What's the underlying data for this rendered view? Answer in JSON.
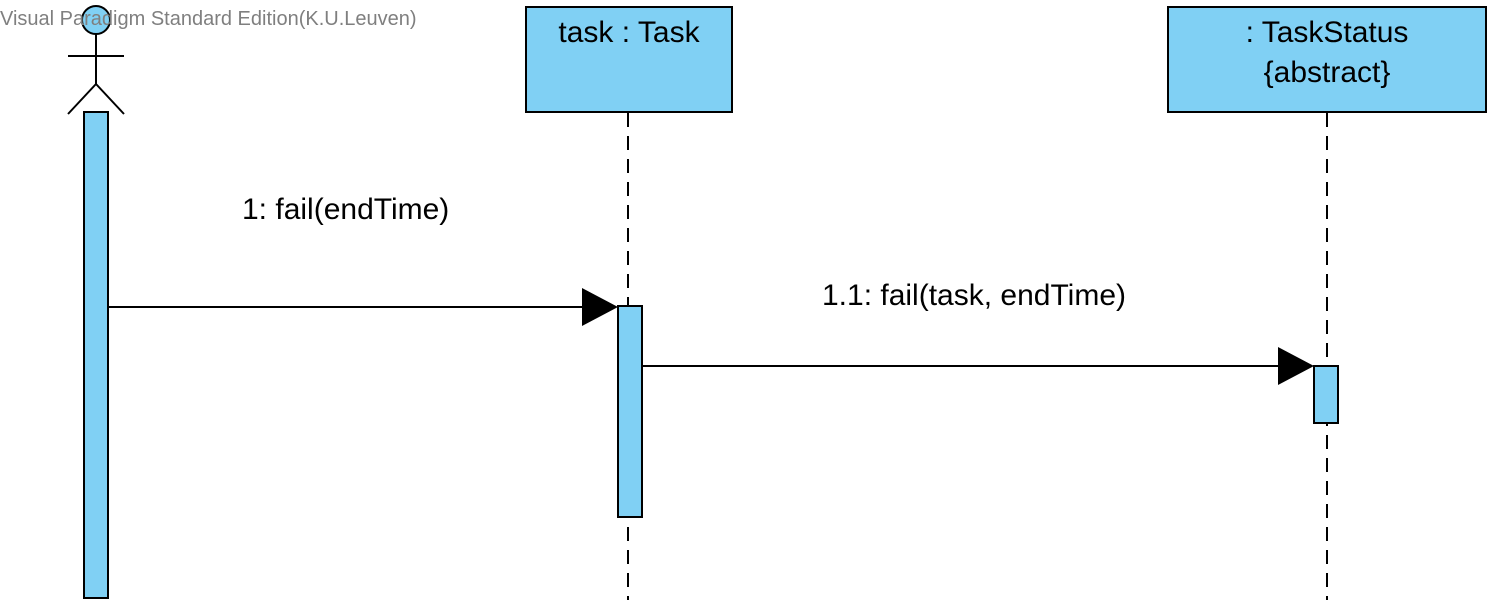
{
  "watermark": "Visual Paradigm Standard Edition(K.U.Leuven)",
  "lifelines": {
    "task": {
      "label": "task : Task"
    },
    "status": {
      "label": ": TaskStatus",
      "stereotype": "{abstract}"
    }
  },
  "messages": [
    {
      "label": "1: fail(endTime)"
    },
    {
      "label": "1.1: fail(task, endTime)"
    }
  ],
  "colors": {
    "fill": "#80d0f4",
    "stroke": "#000000",
    "watermark": "#7f7f7f"
  }
}
